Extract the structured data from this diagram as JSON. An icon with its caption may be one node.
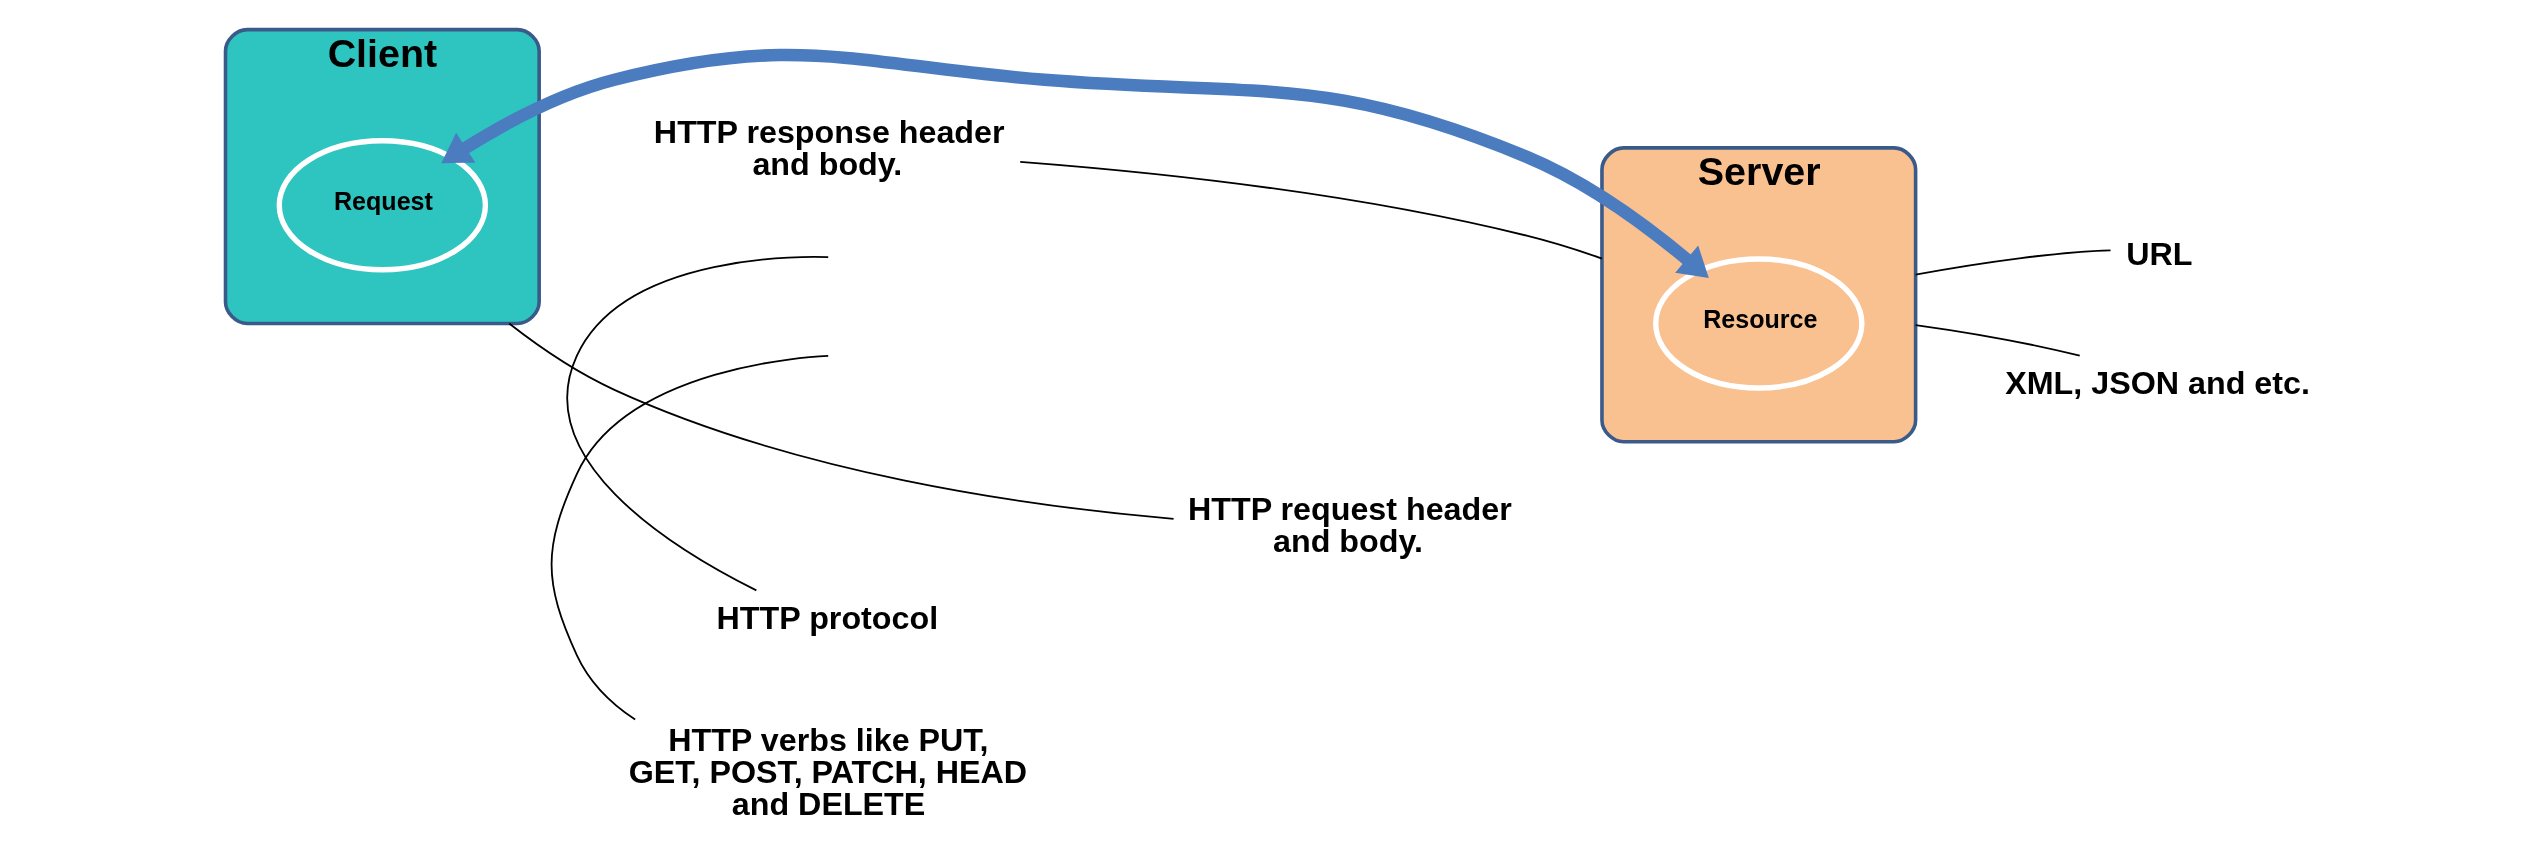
{
  "diagram": {
    "nodes": [
      {
        "text": [
          "Client"
        ]
      },
      {
        "text": [
          "Request"
        ],
        "in": 0
      },
      {
        "text": [
          "Server"
        ]
      },
      {
        "text": [
          "Resource"
        ],
        "in": 2
      },
      {
        "text": [
          "HTTP protocol"
        ]
      },
      {
        "text": [
          "HTTP verbs like PUT, GET, POST, PATCH, HEAD and DELETE"
        ]
      },
      {
        "text": [
          "URL"
        ]
      },
      {
        "text": [
          "XML, JSON and etc."
        ]
      },
      {
        "text": [
          "HTTP request header and body."
        ]
      },
      {
        "text": [
          "HTTP response header and body."
        ]
      }
    ],
    "edges": [
      {
        "from": 1,
        "to": 3,
        "arrow": "both",
        "style": "thick",
        "color": "#4a7cbf"
      },
      {
        "from": 4,
        "to": null,
        "arrow": "none"
      },
      {
        "from": 5,
        "to": null,
        "arrow": "none"
      },
      {
        "from": 6,
        "to": 2,
        "arrow": "none"
      },
      {
        "from": 7,
        "to": 2,
        "arrow": "none"
      },
      {
        "from": 8,
        "to": 0,
        "arrow": "none"
      },
      {
        "from": 9,
        "to": 2,
        "arrow": "none"
      }
    ]
  }
}
